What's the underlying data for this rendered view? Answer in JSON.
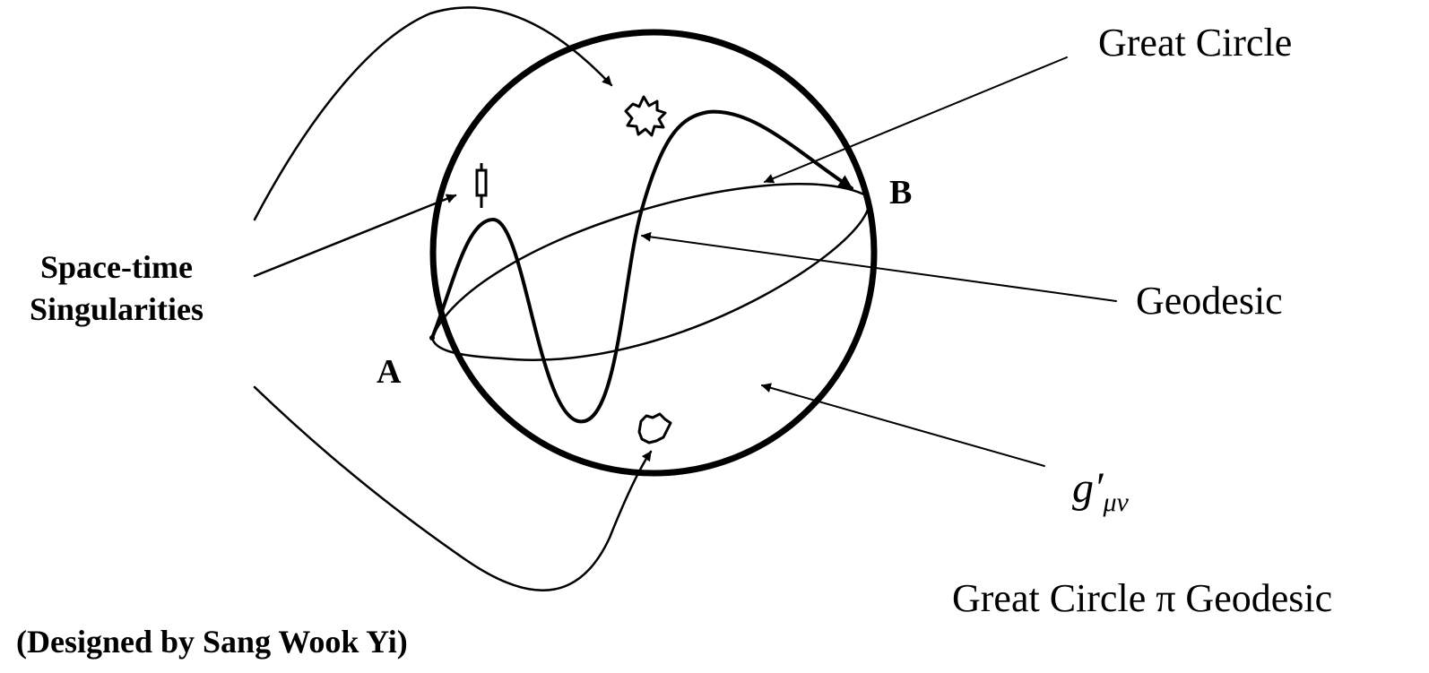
{
  "labels": {
    "point_a": "A",
    "point_b": "B",
    "great_circle": "Great Circle",
    "geodesic": "Geodesic",
    "metric_g": "g",
    "metric_prime": "′",
    "metric_sub": "μν",
    "singularities_line1": "Space-time",
    "singularities_line2": "Singularities",
    "relation": "Great Circle π Geodesic",
    "credit": "(Designed by Sang Wook Yi)"
  },
  "colors": {
    "ink": "#000000",
    "background": "#ffffff"
  }
}
